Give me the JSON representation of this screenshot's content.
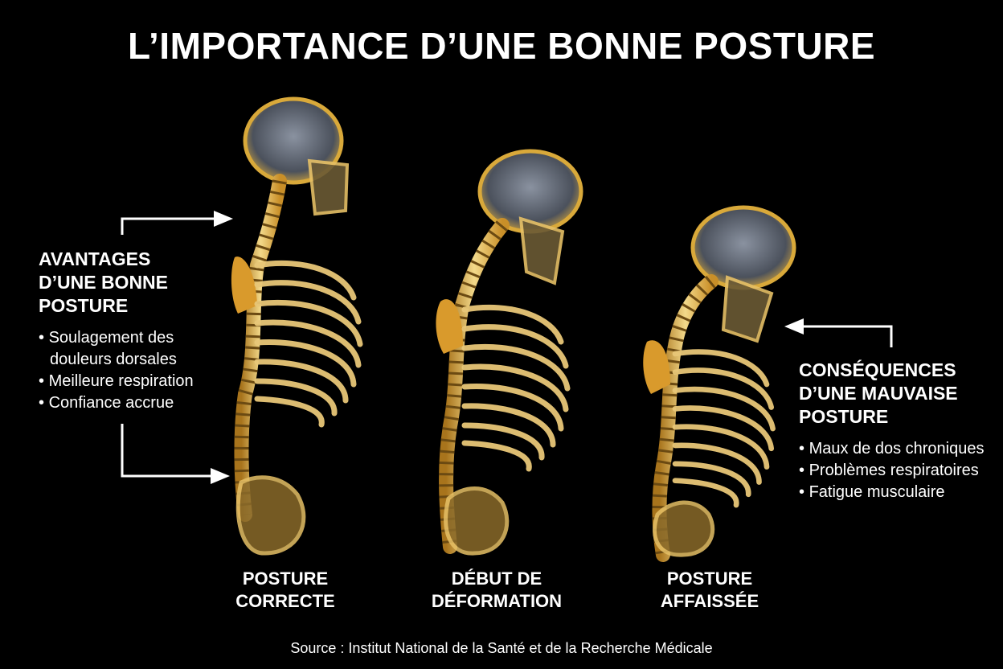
{
  "title": "L’IMPORTANCE D’UNE BONNE POSTURE",
  "colors": {
    "background": "#000000",
    "bone": "#d9a93a",
    "bone_highlight": "#f3d98a",
    "skull": "#6c7380",
    "text": "#ffffff"
  },
  "left_panel": {
    "heading_lines": [
      "AVANTAGES",
      "D’UNE BONNE",
      "POSTURE"
    ],
    "items": [
      "Soulagement des douleurs dorsales",
      "Meilleure respiration",
      "Confiance accrue"
    ]
  },
  "right_panel": {
    "heading_lines": [
      "CONSÉQUENCES",
      "D’UNE MAUVAISE",
      "POSTURE"
    ],
    "items": [
      "Maux de dos chroniques",
      "Problèmes respiratoires",
      "Fatigue musculaire"
    ]
  },
  "captions": [
    {
      "line1": "POSTURE",
      "line2": "CORRECTE"
    },
    {
      "line1": "DÉBUT DE",
      "line2": "DÉFORMATION"
    },
    {
      "line1": "POSTURE",
      "line2": "AFFAISSÉE"
    }
  ],
  "icons": [
    "arrow-right-icon",
    "arrow-left-icon",
    "skeleton-illustration"
  ],
  "source": "Source : Institut National de la Santé et de la Recherche Médicale"
}
